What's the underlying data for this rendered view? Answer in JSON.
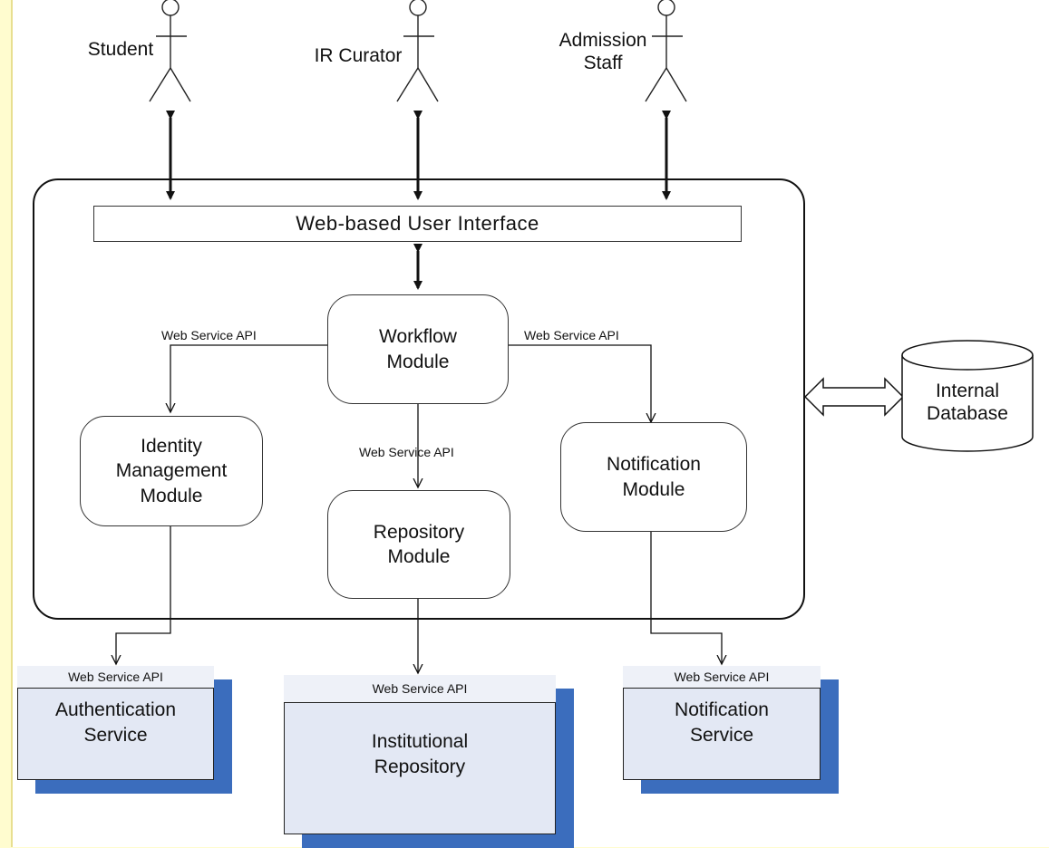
{
  "actors": [
    {
      "id": "student",
      "label": "Student"
    },
    {
      "id": "ir-curator",
      "label": "IR Curator"
    },
    {
      "id": "admission-staff",
      "label": "Admission\nStaff"
    }
  ],
  "ui_bar": "Web-based User Interface",
  "modules": {
    "workflow": "Workflow\nModule",
    "identity": "Identity\nManagement\nModule",
    "repository": "Repository\nModule",
    "notification": "Notification\nModule"
  },
  "api_labels": {
    "left": "Web Service API",
    "right": "Web Service API",
    "center": "Web Service API"
  },
  "database": "Internal\nDatabase",
  "services": [
    {
      "api": "Web Service API",
      "name": "Authentication\nService"
    },
    {
      "api": "Web Service API",
      "name": "Institutional\nRepository"
    },
    {
      "api": "Web Service API",
      "name": "Notification\nService"
    }
  ]
}
